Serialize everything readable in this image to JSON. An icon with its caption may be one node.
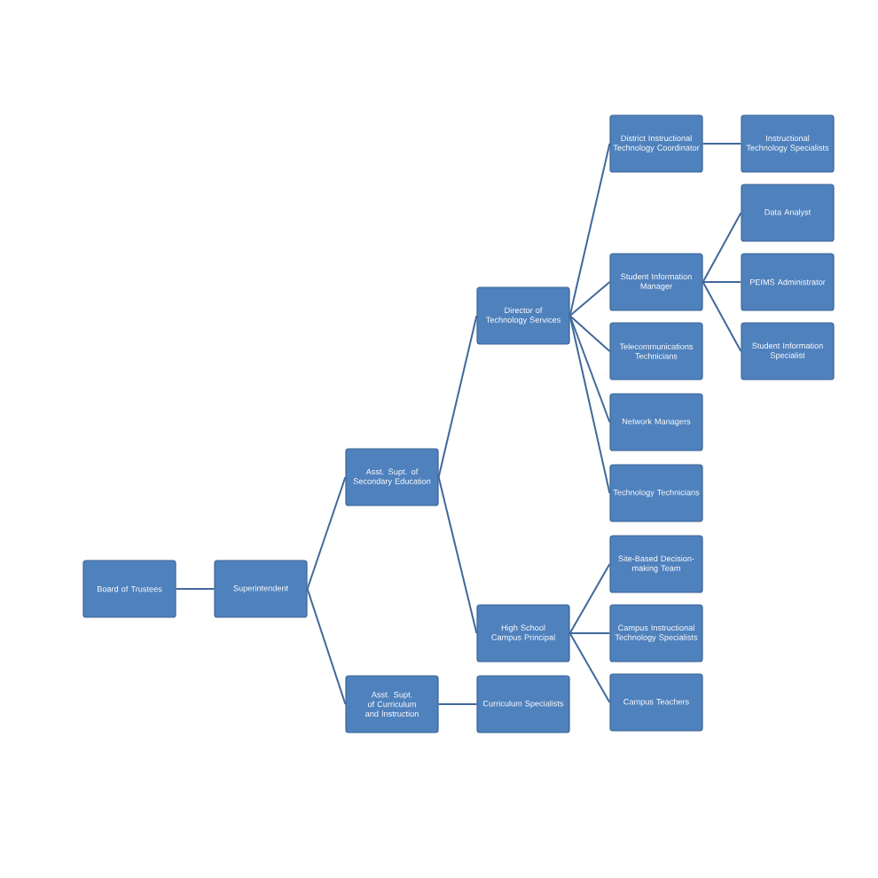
{
  "diagram": {
    "nodes": [
      {
        "text": [
          "Board of Trustees"
        ]
      },
      {
        "text": [
          "Superintendent"
        ]
      },
      {
        "text": [
          "Asst. Supt. of Secondary Education"
        ]
      },
      {
        "text": [
          "Asst. Supt. of Curriculum and Instruction"
        ]
      },
      {
        "text": [
          "Director of Technology Services"
        ]
      },
      {
        "text": [
          "High School Campus Principal"
        ]
      },
      {
        "text": [
          "Curriculum Specialists"
        ]
      },
      {
        "text": [
          "District Instructional Technology Coordinator"
        ]
      },
      {
        "text": [
          "Student Information Manager"
        ]
      },
      {
        "text": [
          "Telecommunications Technicians"
        ]
      },
      {
        "text": [
          "Network Managers"
        ]
      },
      {
        "text": [
          "Technology Technicians"
        ]
      },
      {
        "text": [
          "Site-Based Decision-making Team"
        ]
      },
      {
        "text": [
          "Campus Instructional Technology Specialists"
        ]
      },
      {
        "text": [
          "Campus Teachers"
        ]
      },
      {
        "text": [
          "Instructional Technology Specialists"
        ]
      },
      {
        "text": [
          "Data Analyst"
        ]
      },
      {
        "text": [
          "PEIMS Administrator"
        ]
      },
      {
        "text": [
          "Student Information Specialist"
        ]
      }
    ],
    "edges": [
      {
        "from": 0,
        "to": 1,
        "arrow": "none"
      },
      {
        "from": 1,
        "to": 2,
        "arrow": "none"
      },
      {
        "from": 1,
        "to": 3,
        "arrow": "none"
      },
      {
        "from": 2,
        "to": 4,
        "arrow": "none"
      },
      {
        "from": 2,
        "to": 5,
        "arrow": "none"
      },
      {
        "from": 3,
        "to": 6,
        "arrow": "none"
      },
      {
        "from": 4,
        "to": 7,
        "arrow": "none"
      },
      {
        "from": 4,
        "to": 8,
        "arrow": "none"
      },
      {
        "from": 4,
        "to": 9,
        "arrow": "none"
      },
      {
        "from": 4,
        "to": 10,
        "arrow": "none"
      },
      {
        "from": 4,
        "to": 11,
        "arrow": "none"
      },
      {
        "from": 7,
        "to": 15,
        "arrow": "none"
      },
      {
        "from": 8,
        "to": 16,
        "arrow": "none"
      },
      {
        "from": 8,
        "to": 17,
        "arrow": "none"
      },
      {
        "from": 8,
        "to": 18,
        "arrow": "none"
      },
      {
        "from": 5,
        "to": 12,
        "arrow": "none"
      },
      {
        "from": 5,
        "to": 13,
        "arrow": "none"
      },
      {
        "from": 5,
        "to": 14,
        "arrow": "none"
      }
    ]
  }
}
